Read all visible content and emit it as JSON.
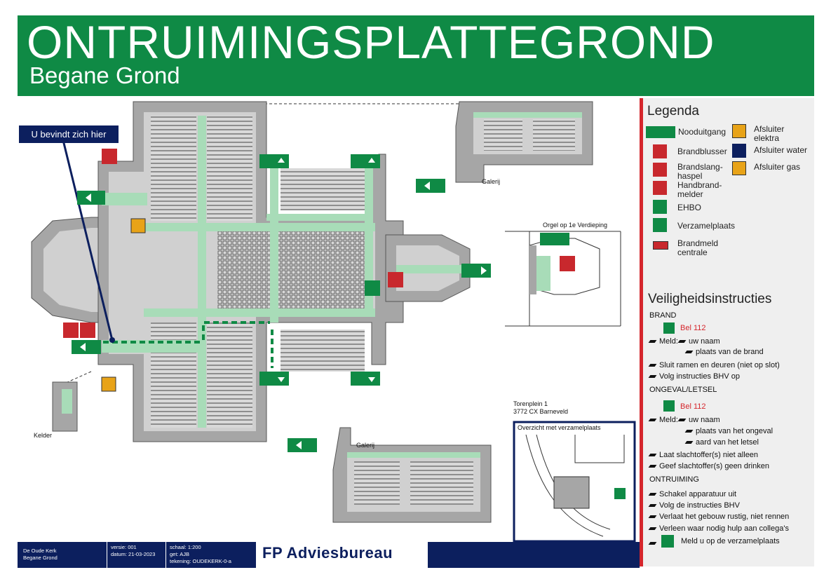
{
  "header": {
    "title": "ONTRUIMINGSPLATTEGROND",
    "subtitle": "Begane Grond"
  },
  "plan": {
    "you_are_here": "U bevindt zich hier",
    "labels": {
      "galerij_top": "Galerij",
      "galerij_bottom": "Galerij",
      "kelder": "Kelder",
      "orgel": "Orgel op 1e Verdieping",
      "address_line1": "Torenplein 1",
      "address_line2": "3772 CX Barneveld",
      "overview_title": "Overzicht met verzamelplaats"
    }
  },
  "legend": {
    "title": "Legenda",
    "items": [
      {
        "label": "Nooduitgang",
        "icon": "emergency-exit-icon"
      },
      {
        "label": "Brandblusser",
        "icon": "fire-extinguisher-icon"
      },
      {
        "label": "Brandslang-\nhaspel",
        "icon": "fire-hose-reel-icon"
      },
      {
        "label": "Handbrand-\nmelder",
        "icon": "manual-call-point-icon"
      },
      {
        "label": "EHBO",
        "icon": "first-aid-icon"
      },
      {
        "label": "Verzamelplaats",
        "icon": "assembly-point-icon"
      },
      {
        "label": "Brandmeld\ncentrale",
        "icon": "fire-alarm-panel-icon"
      }
    ],
    "shutoffs": [
      {
        "label": "Afsluiter\nelektra",
        "icon": "electricity-shutoff-icon"
      },
      {
        "label": "Afsluiter water",
        "icon": "water-shutoff-icon"
      },
      {
        "label": "Afsluiter gas",
        "icon": "gas-shutoff-icon"
      }
    ]
  },
  "instructions": {
    "title": "Veiligheidsinstructies",
    "fire": {
      "heading": "BRAND",
      "call": "Bel 112",
      "report": "Meld:",
      "report_name": "uw naam",
      "report_place": "plaats van de brand",
      "lines": [
        "Sluit ramen en deuren (niet op slot)",
        "Volg instructies BHV op"
      ]
    },
    "accident": {
      "heading": "ONGEVAL/LETSEL",
      "call": "Bel 112",
      "report": "Meld:",
      "report_name": "uw naam",
      "report_place": "plaats van het ongeval",
      "report_nature": "aard van het letsel",
      "lines": [
        "Laat slachtoffer(s) niet alleen",
        "Geef slachtoffer(s) geen drinken"
      ]
    },
    "evacuation": {
      "heading": "ONTRUIMING",
      "lines": [
        "Schakel apparatuur uit",
        "Volg de instructies BHV",
        "Verlaat het gebouw rustig, niet rennen",
        "Verleen waar nodig hulp aan collega's",
        "Meld u op de verzamelplaats"
      ]
    }
  },
  "footer": {
    "building": "De Oude Kerk",
    "floor": "Begane Grond",
    "version_label": "versie:",
    "version": "001",
    "date_label": "datum:",
    "date": "21-03-2023",
    "scale_label": "schaal:",
    "scale": "1:200",
    "drawn_label": "get:",
    "drawn": "AJB",
    "drawing_label": "tekening:",
    "drawing": "OUDEKERK-0-a",
    "company": "FP Adviesbureau"
  },
  "colors": {
    "brand_green": "#0f8a45",
    "route_green": "#a8dcb8",
    "alarm_red": "#d5262c",
    "navy": "#0c1f5e",
    "wall_gray": "#a6a6a6"
  }
}
